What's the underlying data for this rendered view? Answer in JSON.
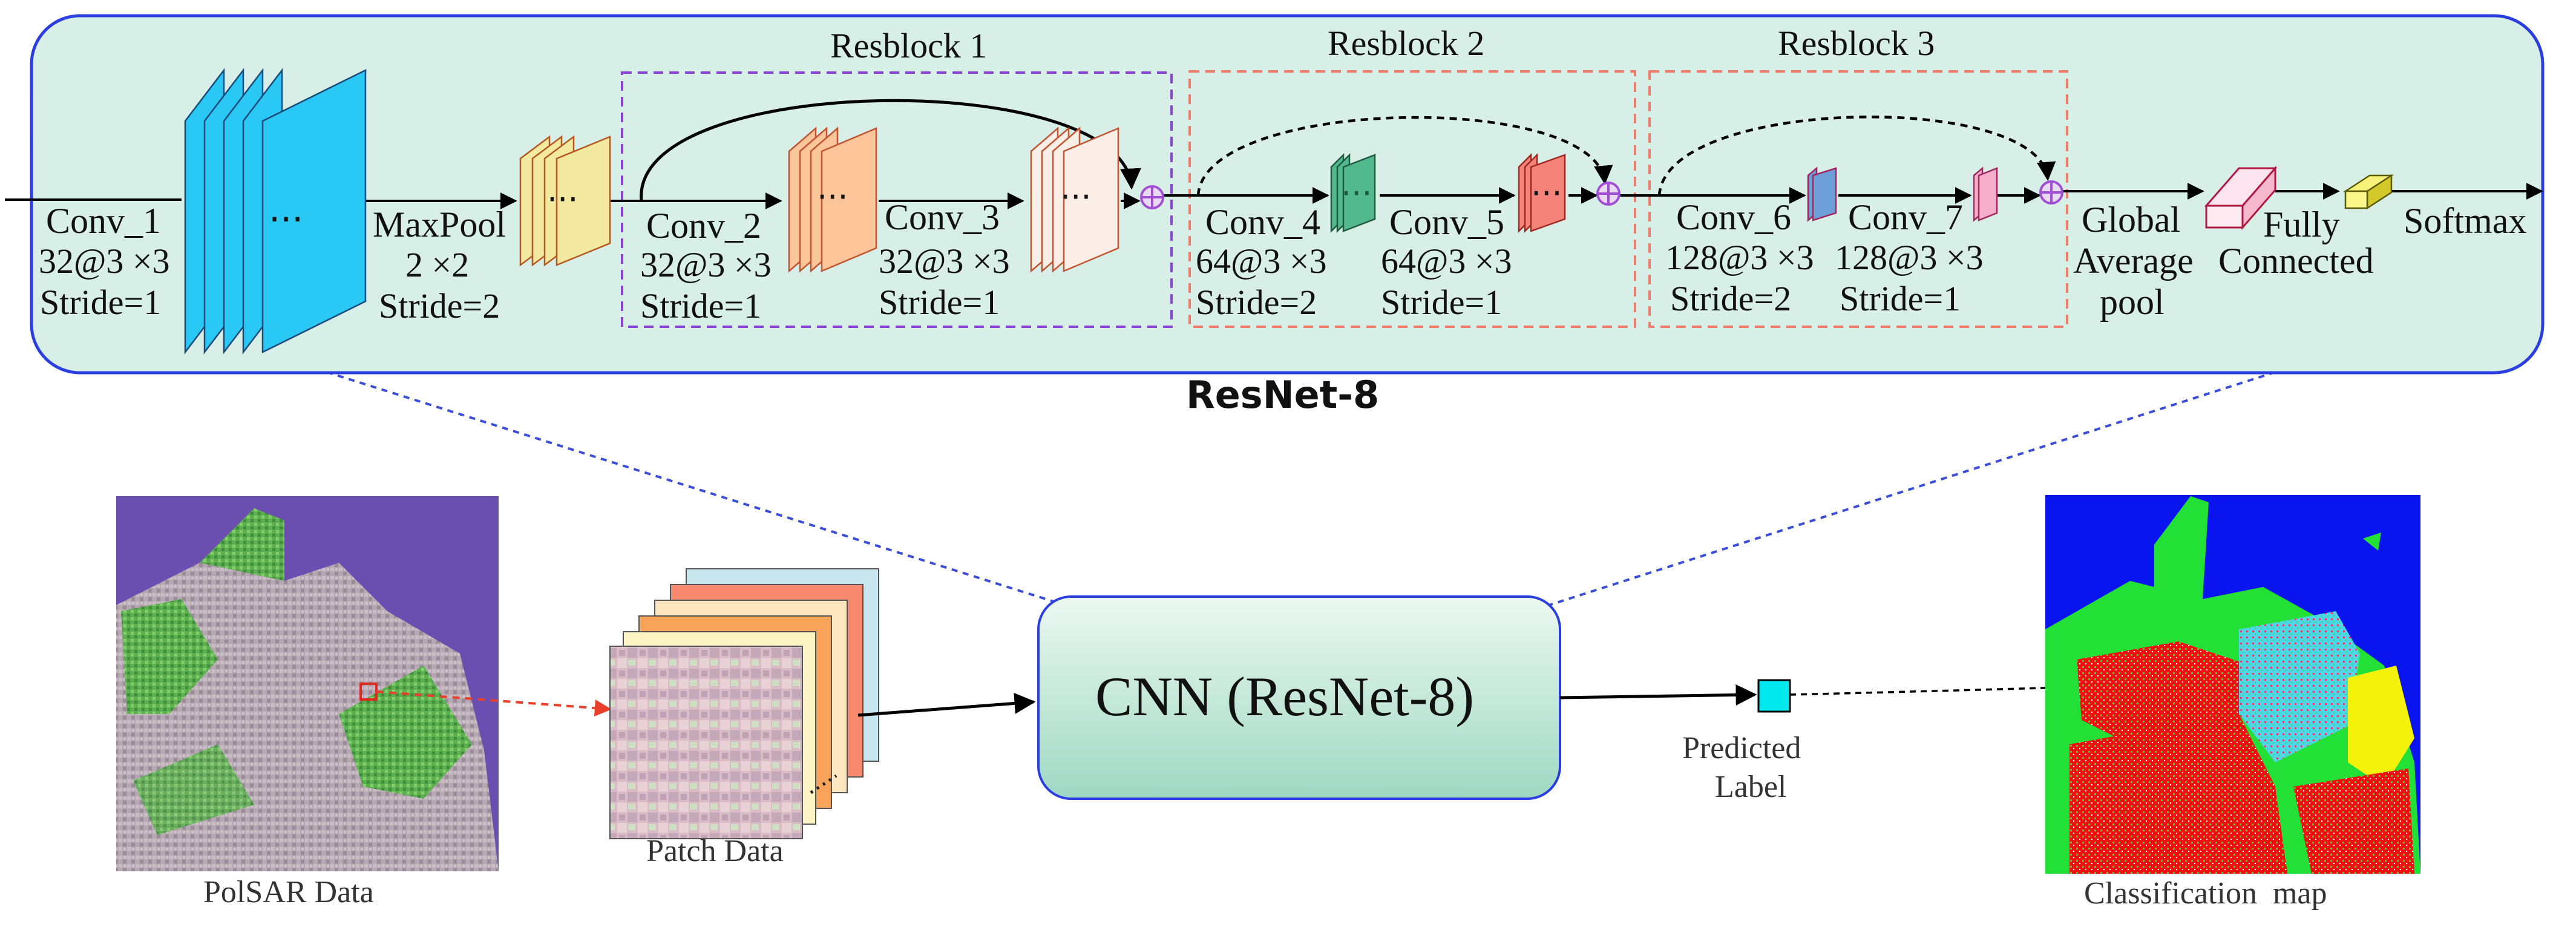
{
  "network_title": "ResNet-8",
  "resblocks": [
    "Resblock 1",
    "Resblock 2",
    "Resblock 3"
  ],
  "layers": {
    "conv1": [
      "Conv_1",
      "32@3 ×3",
      "Stride=1"
    ],
    "maxpool": [
      "MaxPool",
      "2 ×2",
      "Stride=2"
    ],
    "conv2": [
      "Conv_2",
      "32@3 ×3",
      "Stride=1"
    ],
    "conv3": [
      "Conv_3",
      "32@3 ×3",
      "Stride=1"
    ],
    "conv4": [
      "Conv_4",
      "64@3 ×3",
      "Stride=2"
    ],
    "conv5": [
      "Conv_5",
      "64@3 ×3",
      "Stride=1"
    ],
    "conv6": [
      "Conv_6",
      "128@3 ×3",
      "Stride=2"
    ],
    "conv7": [
      "Conv_7",
      "128@3 ×3",
      "Stride=1"
    ],
    "gap": [
      "Global",
      "Average",
      "pool"
    ],
    "fc": [
      "Fully",
      "Connected"
    ],
    "softmax": "Softmax"
  },
  "ellipsis": "···",
  "cnn_label": "CNN (ResNet-8)",
  "polsar_label": "PolSAR Data",
  "patch_label": "Patch Data",
  "predicted_label": [
    "Predicted",
    "Label"
  ],
  "classmap_label": "Classification  map",
  "colors": {
    "panel_fill": "#d8efe8",
    "panel_stroke": "#2b3ee0",
    "conv1": "#29c8f5",
    "maxpool": "#f3e9a1",
    "conv2": "#fdc59a",
    "conv3": "#fbeee7",
    "conv4": "#52b98f",
    "conv5": "#f4837a",
    "conv6": "#6d9ed8",
    "conv7": "#f7aeca",
    "resblock1_border": "#8a44d6",
    "resblock_border": "#f07c6c",
    "predicted": "#00e8ee"
  }
}
